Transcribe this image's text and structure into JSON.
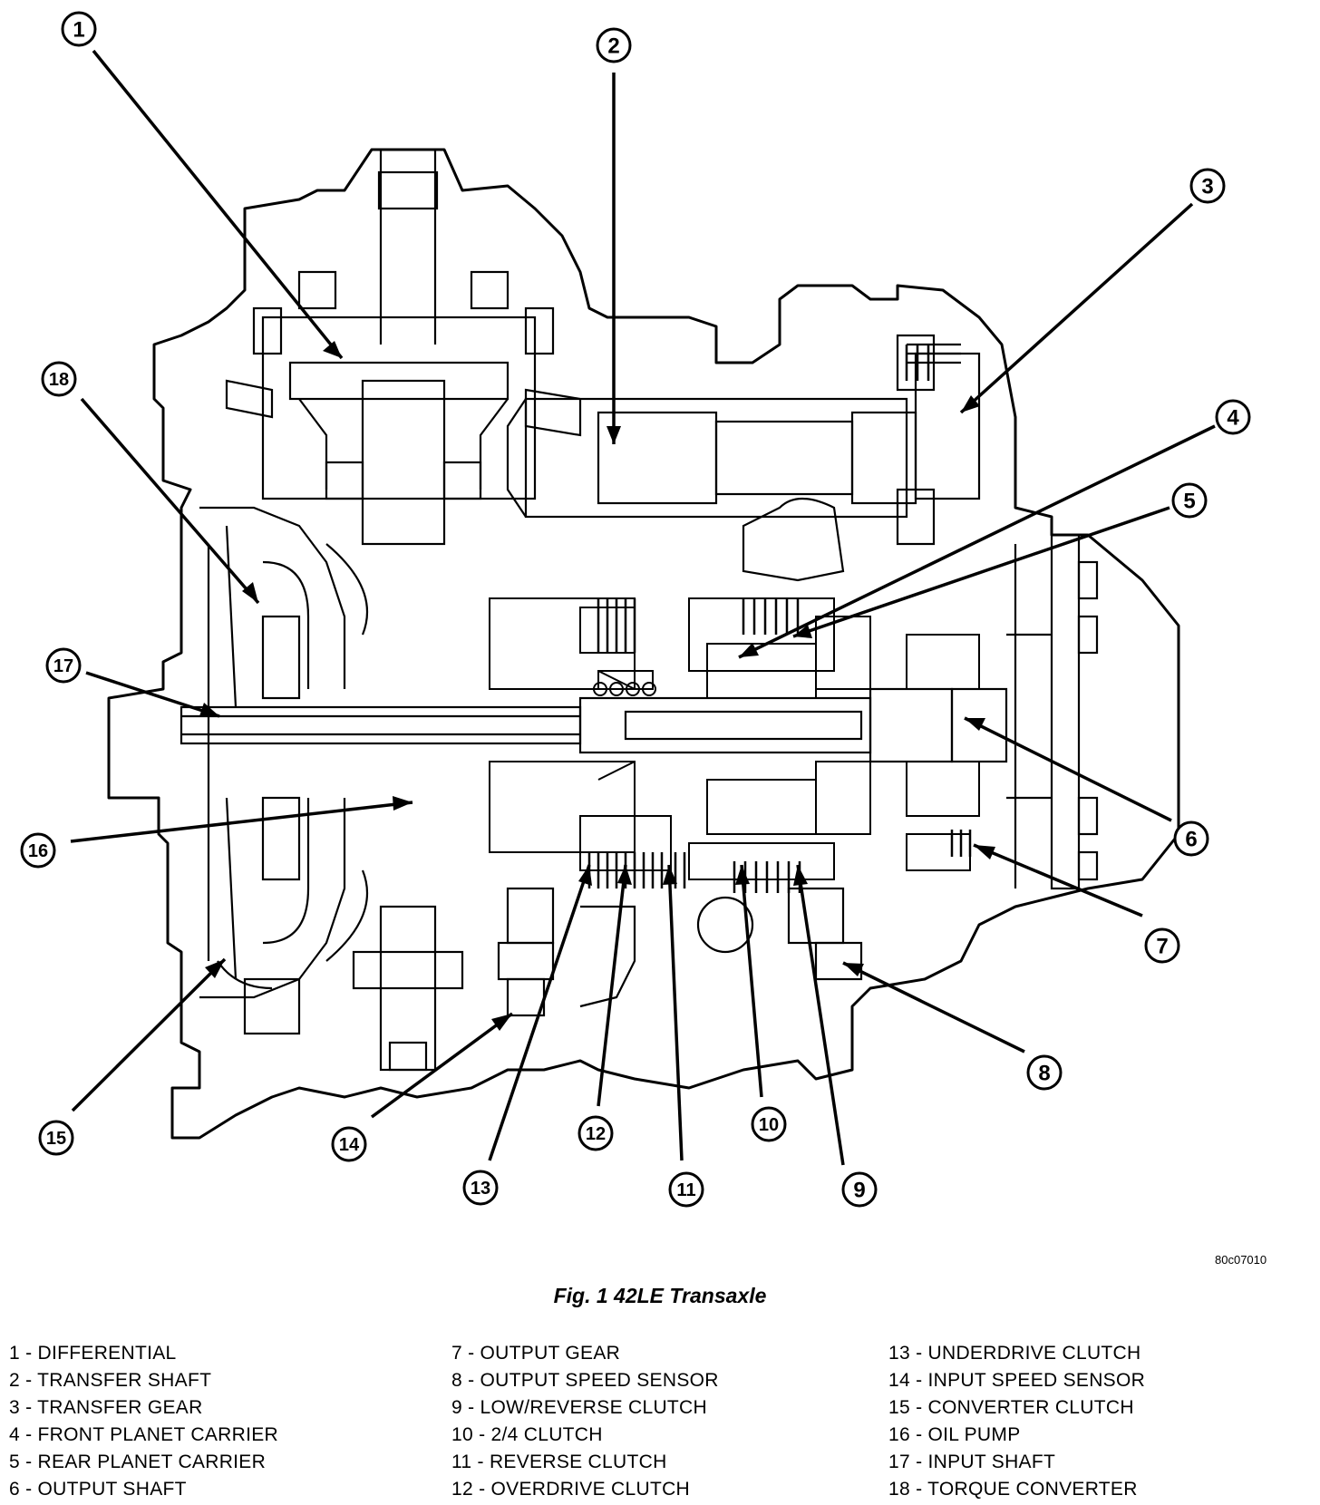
{
  "figure_id": "80c07010",
  "caption": "Fig. 1 42LE Transaxle",
  "callouts": [
    "1",
    "2",
    "3",
    "4",
    "5",
    "6",
    "7",
    "8",
    "9",
    "10",
    "11",
    "12",
    "13",
    "14",
    "15",
    "16",
    "17",
    "18"
  ],
  "legend": {
    "col1": [
      "1 - DIFFERENTIAL",
      "2 - TRANSFER SHAFT",
      "3 - TRANSFER GEAR",
      "4 - FRONT PLANET CARRIER",
      "5 - REAR PLANET CARRIER",
      "6 - OUTPUT SHAFT"
    ],
    "col2": [
      "7 - OUTPUT GEAR",
      "8 - OUTPUT SPEED SENSOR",
      "9 - LOW/REVERSE CLUTCH",
      "10 - 2/4 CLUTCH",
      "11 - REVERSE CLUTCH",
      "12 - OVERDRIVE CLUTCH"
    ],
    "col3": [
      "13 - UNDERDRIVE CLUTCH",
      "14 - INPUT SPEED SENSOR",
      "15 - CONVERTER CLUTCH",
      "16 - OIL PUMP",
      "17 - INPUT SHAFT",
      "18 - TORQUE CONVERTER"
    ]
  }
}
